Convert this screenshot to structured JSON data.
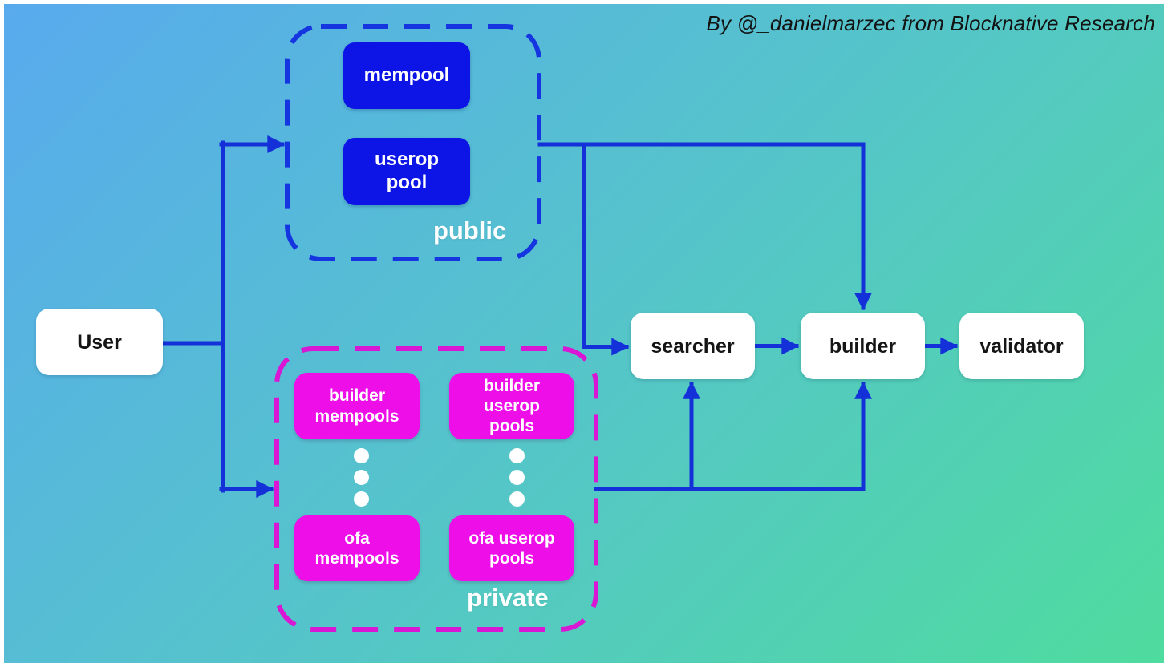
{
  "attribution": "By @_danielmarzec from Blocknative Research",
  "groups": {
    "public": {
      "label": "public",
      "nodes": {
        "mempool": "mempool",
        "userop_pool": "userop pool"
      }
    },
    "private": {
      "label": "private",
      "nodes": {
        "builder_mempools": "builder mempools",
        "builder_userop_pools": "builder userop pools",
        "ofa_mempools": "ofa mempools",
        "ofa_userop_pools": "ofa userop pools"
      }
    }
  },
  "actors": {
    "user": "User",
    "searcher": "searcher",
    "builder": "builder",
    "validator": "validator"
  },
  "colors": {
    "bg_gradient_start": "#58aaee",
    "bg_gradient_end": "#4fdc9e",
    "node_blue": "#0d15e6",
    "node_magenta": "#ee0fe8",
    "dashed_blue": "#1535e0",
    "dashed_magenta": "#d916d3",
    "arrow_blue": "#1430d8",
    "node_text": "#ffffff",
    "actor_text": "#151515"
  }
}
